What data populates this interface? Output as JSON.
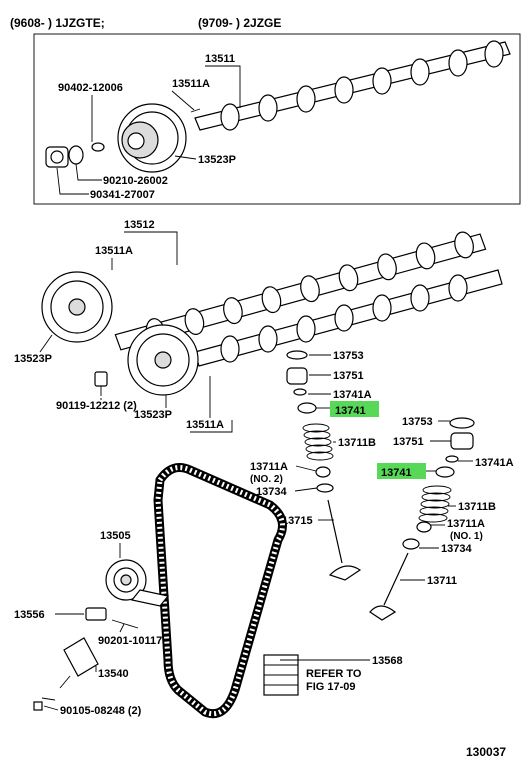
{
  "header": {
    "left": "(9608-        ) 1JZGTE;",
    "right": "(9709-        ) 2JZGE"
  },
  "labels": {
    "p13511_top": "13511",
    "p13511A_top": "13511A",
    "p90402": "90402-12006",
    "p13523P_top": "13523P",
    "p90210": "90210-26002",
    "p90341": "90341-27007",
    "p13512": "13512",
    "p13511A_mid": "13511A",
    "p13523P_left": "13523P",
    "p90119": "90119-12212 (2)",
    "p13523P_mid": "13523P",
    "p13511A_low": "13511A",
    "p13753_a": "13753",
    "p13751_a": "13751",
    "p13741A_a": "13741A",
    "p13741_a": "13741",
    "p13711B_a": "13711B",
    "p13711A_a": "13711A",
    "p13711A_a_note": "(NO. 2)",
    "p13734_a": "13734",
    "p13715": "13715",
    "p13753_b": "13753",
    "p13751_b": "13751",
    "p13741A_b": "13741A",
    "p13741_b": "13741",
    "p13711B_b": "13711B",
    "p13711A_b": "13711A",
    "p13711A_b_note": "(NO. 1)",
    "p13734_b": "13734",
    "p13711": "13711",
    "p13505": "13505",
    "p13556": "13556",
    "p90201": "90201-10117",
    "p13540": "13540",
    "p90105": "90105-08248 (2)",
    "p13568": "13568",
    "refer_line1": "REFER TO",
    "refer_line2": "FIG 17-09"
  },
  "footer": {
    "figure_code": "130037"
  },
  "colors": {
    "highlight": "#57d957",
    "line": "#000000",
    "background": "#ffffff"
  }
}
